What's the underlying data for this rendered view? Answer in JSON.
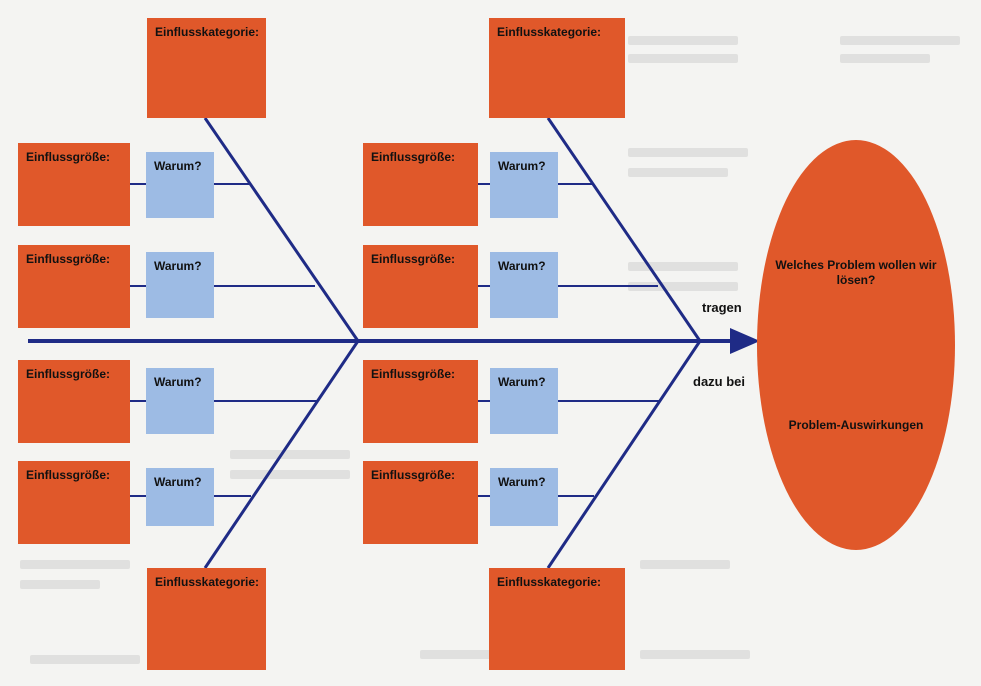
{
  "diagram": {
    "category_label": "Einflusskategorie:",
    "factor_label": "Einflussgröße:",
    "why_label": "Warum?",
    "problem_question": "Welches Problem wollen wir lösen?",
    "problem_effects": "Problem-Auswirkungen",
    "arrow_label_top": "tragen",
    "arrow_label_bottom": "dazu bei"
  },
  "colors": {
    "box_orange": "#e0582a",
    "why_blue": "#9dbbe4",
    "bone_navy": "#1f2b86"
  }
}
